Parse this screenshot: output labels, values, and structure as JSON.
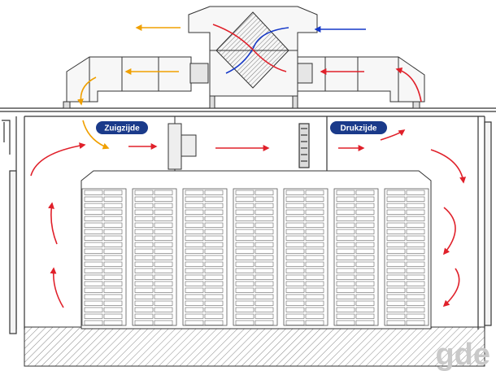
{
  "labels": {
    "suction_side": "Zuigzijde",
    "pressure_side": "Drukzijde"
  },
  "watermark": "gde",
  "colors": {
    "airflow": "#e0202a",
    "fresh_air": "#1538c8",
    "exhaust_air": "#f0a000",
    "pill": "#1a3a8a",
    "line": "#333333",
    "watermark": "#c9c9c9"
  }
}
